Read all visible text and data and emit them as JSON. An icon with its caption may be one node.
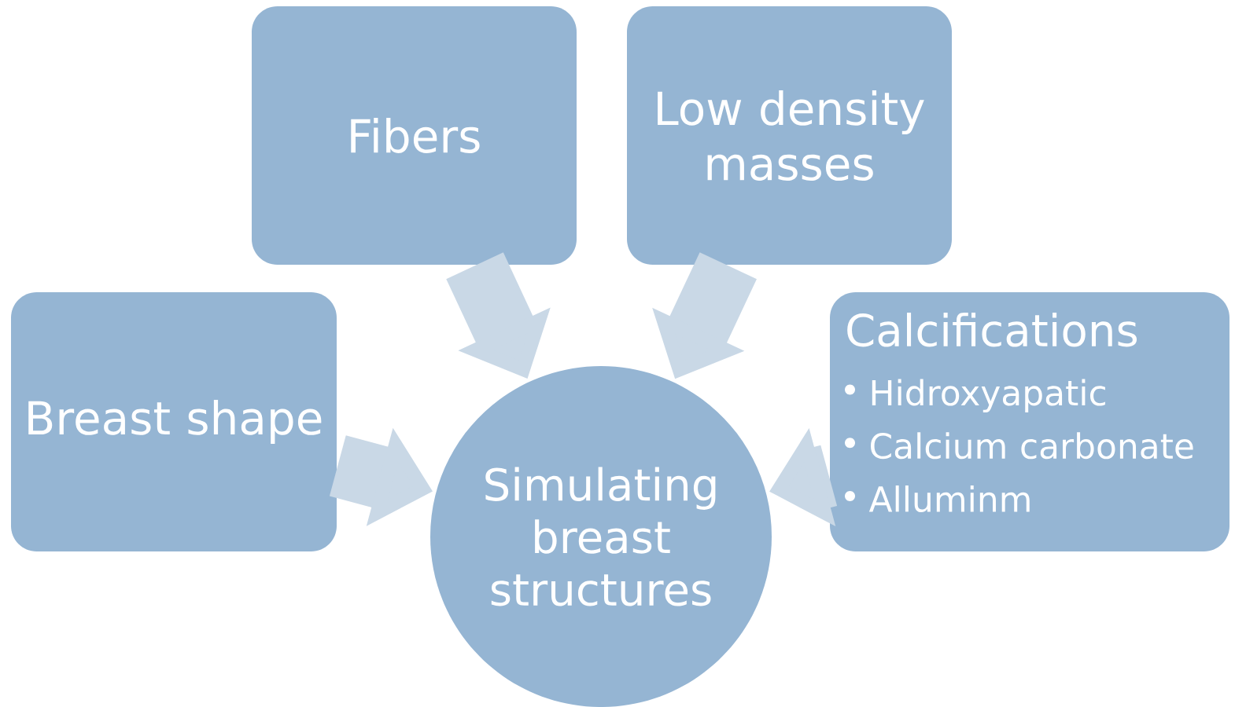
{
  "diagram": {
    "nodes": [
      {
        "text": [
          "Fibers"
        ]
      },
      {
        "text": [
          "Low density masses"
        ]
      },
      {
        "text": [
          "Breast shape"
        ]
      },
      {
        "text": [
          "Calcifications",
          "Hidroxyapatic",
          "Calcium carbonate",
          "Alluminm"
        ]
      },
      {
        "text": [
          "Simulating breast structures"
        ]
      }
    ],
    "edges": [
      {
        "from": 0,
        "to": 4,
        "arrow": "to"
      },
      {
        "from": 1,
        "to": 4,
        "arrow": "to"
      },
      {
        "from": 2,
        "to": 4,
        "arrow": "to"
      },
      {
        "from": 3,
        "to": 4,
        "arrow": "to"
      }
    ]
  }
}
